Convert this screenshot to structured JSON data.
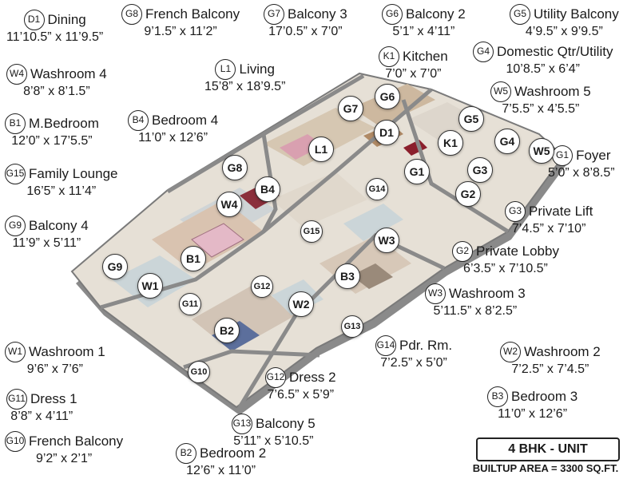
{
  "labels": {
    "D1": {
      "code": "D1",
      "name": "Dining",
      "dim": "11’10.5” x 11’9.5”"
    },
    "G8": {
      "code": "G8",
      "name": "French Balcony",
      "dim": "9’1.5” x 11’2”"
    },
    "G7": {
      "code": "G7",
      "name": "Balcony 3",
      "dim": "17’0.5” x 7’0”"
    },
    "G6": {
      "code": "G6",
      "name": "Balcony 2",
      "dim": "5’1” x 4’11”"
    },
    "G5": {
      "code": "G5",
      "name": "Utility Balcony",
      "dim": "4’9.5” x 9’9.5”"
    },
    "K1": {
      "code": "K1",
      "name": "Kitchen",
      "dim": "7’0” x 7’0”"
    },
    "G4": {
      "code": "G4",
      "name": "Domestic Qtr/Utility",
      "dim": "10’8.5” x 6’4”"
    },
    "W4": {
      "code": "W4",
      "name": "Washroom 4",
      "dim": "8’8” x 8’1.5”"
    },
    "L1": {
      "code": "L1",
      "name": "Living",
      "dim": "15’8” x 18’9.5”"
    },
    "W5": {
      "code": "W5",
      "name": "Washroom 5",
      "dim": "7’5.5” x 4’5.5”"
    },
    "B1": {
      "code": "B1",
      "name": "M.Bedroom",
      "dim": "12’0” x 17’5.5”"
    },
    "B4": {
      "code": "B4",
      "name": "Bedroom 4",
      "dim": "11’0” x 12’6”"
    },
    "G1": {
      "code": "G1",
      "name": "Foyer",
      "dim": "5’0” x 8’8.5”"
    },
    "G15": {
      "code": "G15",
      "name": "Family Lounge",
      "dim": "16’5” x 11’4”"
    },
    "G3": {
      "code": "G3",
      "name": "Private Lift",
      "dim": "7’4.5” x 7’10”"
    },
    "G9": {
      "code": "G9",
      "name": "Balcony 4",
      "dim": "11’9” x 5’11”"
    },
    "G2": {
      "code": "G2",
      "name": "Private Lobby",
      "dim": "6’3.5” x 7’10.5”"
    },
    "W3": {
      "code": "W3",
      "name": "Washroom 3",
      "dim": "5’11.5” x 8’2.5”"
    },
    "W1": {
      "code": "W1",
      "name": "Washroom 1",
      "dim": "9’6” x 7’6”"
    },
    "G14": {
      "code": "G14",
      "name": "Pdr. Rm.",
      "dim": "7’2.5” x 5’0”"
    },
    "W2": {
      "code": "W2",
      "name": "Washroom 2",
      "dim": "7’2.5” x 7’4.5”"
    },
    "G11": {
      "code": "G11",
      "name": "Dress 1",
      "dim": "8’8” x 4’11”"
    },
    "G12": {
      "code": "G12",
      "name": "Dress 2",
      "dim": "7’6.5” x 5’9”"
    },
    "B3": {
      "code": "B3",
      "name": "Bedroom 3",
      "dim": "11’0” x 12’6”"
    },
    "G10": {
      "code": "G10",
      "name": "French Balcony",
      "dim": "9’2” x 2’1”"
    },
    "G13": {
      "code": "G13",
      "name": "Balcony 5",
      "dim": "5’11” x 5’10.5”"
    },
    "B2": {
      "code": "B2",
      "name": "Bedroom 2",
      "dim": "12’6” x 11’0”"
    }
  },
  "markers": {
    "D1": "D1",
    "G7": "G7",
    "G6": "G6",
    "G5": "G5",
    "K1": "K1",
    "G4": "G4",
    "W5": "W5",
    "L1": "L1",
    "G8": "G8",
    "B4": "B4",
    "W4": "W4",
    "G1": "G1",
    "G3": "G3",
    "G2": "G2",
    "G14": "G14",
    "G15": "G15",
    "W3": "W3",
    "B1": "B1",
    "G9": "G9",
    "W1": "W1",
    "G12": "G12",
    "B3": "B3",
    "G11": "G11",
    "W2": "W2",
    "G13": "G13",
    "B2": "B2",
    "G10": "G10"
  },
  "footer": {
    "unit": "4 BHK - UNIT",
    "area": "BUILTUP AREA = 3300 SQ.FT."
  },
  "colors": {
    "wall": "#f2f2f2",
    "wall_edge": "#6e6e6e",
    "floor": "#d8cdbd",
    "tile": "#c9d3d4",
    "bed": "#e4b9c7",
    "accent": "#8b2f3c"
  }
}
